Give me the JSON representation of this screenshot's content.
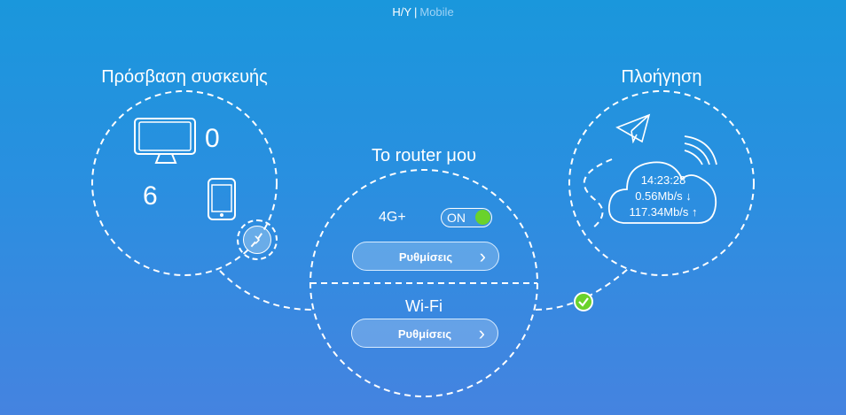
{
  "topbar": {
    "active": "H/Y",
    "separator": "|",
    "mobile": "Mobile"
  },
  "device_access": {
    "title": "Πρόσβαση συσκευής",
    "pc_count": "0",
    "mobile_count": "6"
  },
  "router": {
    "title": "To router μου",
    "mobile_label": "4G+",
    "toggle_label": "ON",
    "settings_label_1": "Ρυθμίσεις",
    "wifi_label": "Wi-Fi",
    "settings_label_2": "Ρυθμίσεις"
  },
  "browsing": {
    "title": "Πλοήγηση",
    "time": "14:23:28",
    "upload": "0.56Mb/s ↓",
    "download": "117.34Mb/s ↑"
  },
  "colors": {
    "toggle_on": "#6ad22c",
    "status_ok": "#6ad22c"
  },
  "icons": [
    "monitor-icon",
    "phone-icon",
    "chevron-right-icon",
    "paper-plane-icon",
    "cloud-icon",
    "signal-icon",
    "check-icon"
  ]
}
